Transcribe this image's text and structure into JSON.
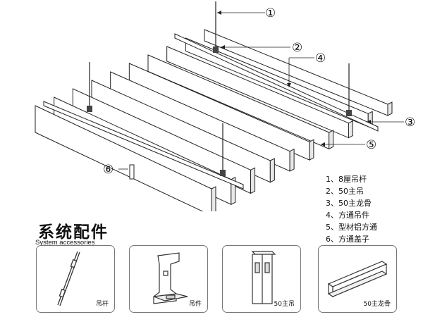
{
  "callouts": [
    "①",
    "②",
    "③",
    "④",
    "⑤",
    "⑥"
  ],
  "legend": [
    "1、8厘吊杆",
    "2、50主吊",
    "3、50主龙骨",
    "4、方通吊件",
    "5、型材铝方通",
    "6、方通盖子"
  ],
  "accessories": {
    "title": "系统配件",
    "subtitle": "System accessories",
    "items": [
      {
        "label": "吊杆"
      },
      {
        "label": "吊件"
      },
      {
        "label": "50主吊"
      },
      {
        "label": "50主龙骨"
      }
    ]
  }
}
